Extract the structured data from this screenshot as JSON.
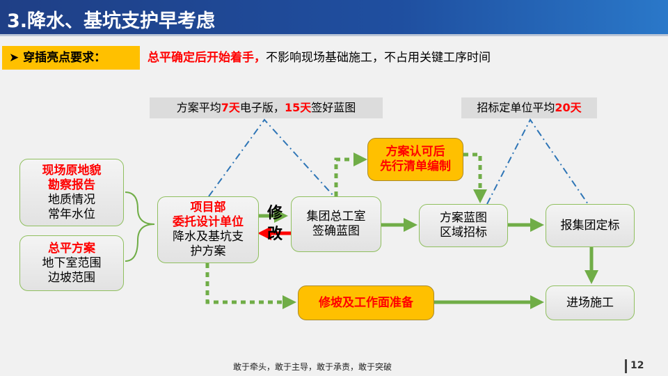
{
  "title": "3.降水、基坑支护早考虑",
  "requirement": {
    "label": "穿插亮点要求：",
    "highlight": "总平确定后开始着手，",
    "rest": "不影响现场基础施工，不占用关键工序时间"
  },
  "callouts": [
    {
      "p1": "方案平均",
      "v1": "7天",
      "p2": "电子版，",
      "v2": "15天",
      "p3": "签好蓝图"
    },
    {
      "p1": "招标定单位平均",
      "v1": "20天"
    }
  ],
  "boxes": {
    "survey": {
      "title1": "现场原地貌",
      "title2": "勘察报告",
      "line1": "地质情况",
      "line2": "常年水位"
    },
    "plan": {
      "title": "总平方案",
      "line1": "地下室范围",
      "line2": "边坡范围"
    },
    "dept": {
      "title1": "项目部",
      "title2": "委托设计单位",
      "line1": "降水及基坑支",
      "line2": "护方案"
    },
    "group": {
      "line1": "集团总工室",
      "line2": "签确蓝图"
    },
    "approved": {
      "line1": "方案认可后",
      "line2": "先行清单编制"
    },
    "tender": {
      "line1": "方案蓝图",
      "line2": "区域招标"
    },
    "report": {
      "line1": "报集团定标"
    },
    "slope": {
      "line1": "修坡及工作面准备"
    },
    "construct": {
      "line1": "进场施工"
    }
  },
  "revise": {
    "a": "修",
    "b": "改"
  },
  "footer": "敢于牵头，敢于主导，敢于承责，敢于突破",
  "page": "12",
  "colors": {
    "green": "#70ad47",
    "red": "#ff0000",
    "yellow": "#ffc000",
    "blue": "#2e75b6"
  }
}
